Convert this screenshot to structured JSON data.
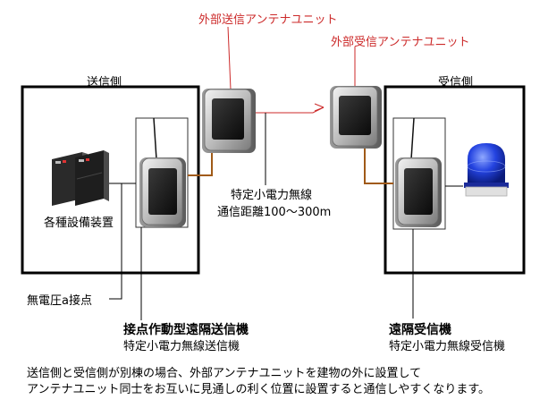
{
  "labels": {
    "ext_tx_antenna": "外部送信アンテナユニット",
    "ext_rx_antenna": "外部受信アンテナユニット",
    "tx_side": "送信側",
    "rx_side": "受信側",
    "equipment": "各種設備装置",
    "radio_line1": "特定小電力無線",
    "radio_line2": "通信距離100～300m",
    "contact": "無電圧a接点",
    "tx_name": "接点作動型遠隔送信機",
    "tx_desc": "特定小電力無線送信機",
    "rx_name": "遠隔受信機",
    "rx_desc": "特定小電力無線受信機"
  },
  "note": {
    "line1": "送信側と受信側が別棟の場合、外部アンテナユニットを建物の外に設置して",
    "line2": "アンテナユニット同士をお互いに見通しの利く位置に設置すると通信しやすくなります。"
  },
  "colors": {
    "callout": "#cc2a2a",
    "cable": "#a05a18",
    "frame": "#000000",
    "beacon": "#1f3fd8"
  }
}
